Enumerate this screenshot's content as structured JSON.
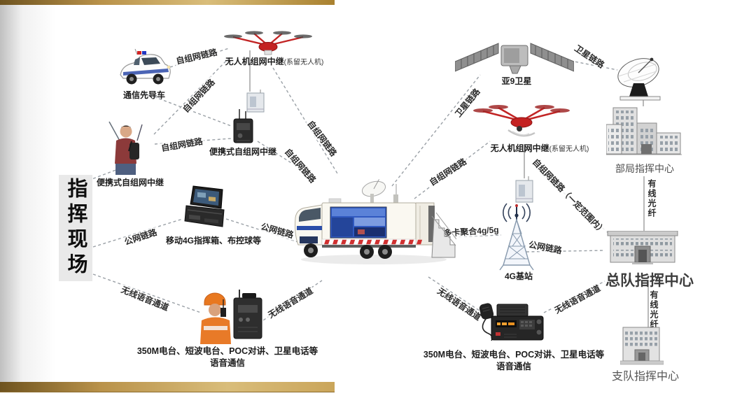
{
  "scene": {
    "site_label": "指挥现场",
    "nodes": {
      "lead_vehicle": "通信先导车",
      "uav_relay_main": "无人机组网中继",
      "uav_relay_sub": "(系留无人机)",
      "portable_relay": "便携式自组网中继",
      "command_case": "移动4G指挥箱、布控球等",
      "satellite": "亚9卫星",
      "bureau_center": "部局指挥中心",
      "base_station": "4G基站",
      "corps_center": "总队指挥中心",
      "detachment_center": "支队指挥中心",
      "radio_caption_line1": "350M电台、短波电台、POC对讲、卫星电话等",
      "radio_caption_line2": "语音通信"
    },
    "link_labels": {
      "adhoc": "自组网链路",
      "adhoc_range": "自组网链路（一定范围内）",
      "satellite_link": "卫星链路",
      "public_net": "公网链路",
      "voice": "无线语音通道",
      "fiber": "有线光纤",
      "multicard": "多卡聚合4g/5g"
    },
    "colors": {
      "gold_band": "#b9924a",
      "accent_red": "#c42222",
      "line_gray": "#9aa0a6"
    }
  }
}
